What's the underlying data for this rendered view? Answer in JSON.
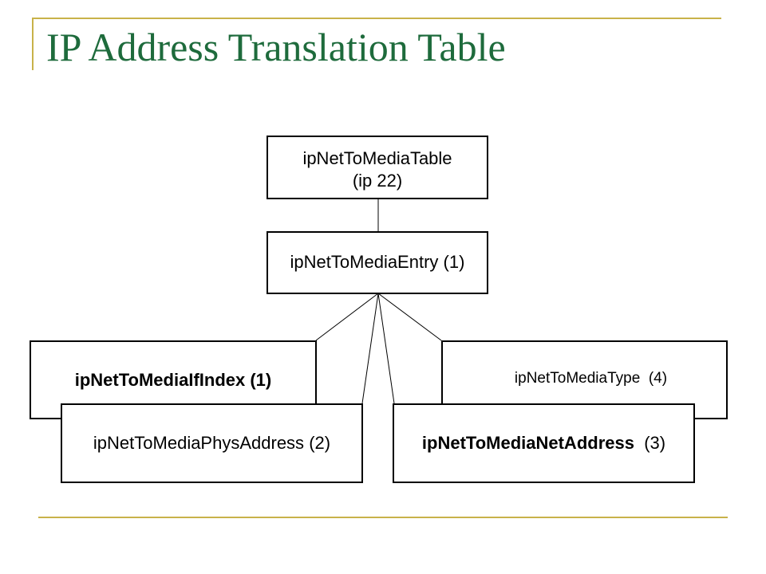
{
  "slide": {
    "title": "IP Address Translation Table",
    "accent_color": "#c8b24a",
    "title_color": "#1e6b3c"
  },
  "diagram": {
    "table": {
      "name": "ipNetToMediaTable",
      "oid": "(ip 22)"
    },
    "entry": {
      "name": "ipNetToMediaEntry",
      "oid": "(1)"
    },
    "columns": [
      {
        "name": "ipNetToMediaIfIndex",
        "oid": "(1)",
        "bold": true
      },
      {
        "name": "ipNetToMediaPhysAddress",
        "oid": "(2)",
        "bold": false
      },
      {
        "name": "ipNetToMediaNetAddress",
        "oid": "(3)",
        "bold": true
      },
      {
        "name": "ipNetToMediaType",
        "oid": "(4)",
        "bold": false
      }
    ]
  }
}
